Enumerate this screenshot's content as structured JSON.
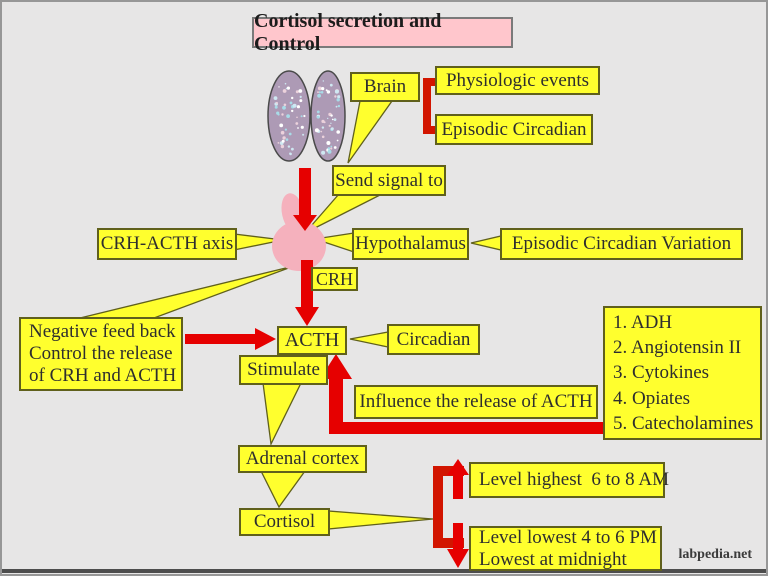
{
  "title": "Cortisol secretion and Control",
  "watermark": "labpedia.net",
  "colors": {
    "box_yellow": "#FFFF2E",
    "box_border_olive": "#60601C",
    "title_pink": "#FFC6CC",
    "arrow_red": "#E60000",
    "bracket_red": "#D21500",
    "background_gray": "#E7E6E6",
    "brain_fill": "#AD9AB5",
    "gland_pink": "#F5B1BD"
  },
  "boxes": {
    "brain_label": "Brain",
    "physiologic_events": "Physiologic events",
    "episodic_circadian": "Episodic Circadian",
    "send_signal": "Send signal to",
    "crh_acth_axis": "CRH-ACTH axis",
    "hypothalamus": "Hypothalamus",
    "episodic_circadian_variation": "Episodic Circadian Variation",
    "crh": "CRH",
    "acth": "ACTH",
    "circadian": "Circadian",
    "negative_feedback": {
      "lines": [
        "Negative feed back",
        "Control the release",
        "of CRH and ACTH"
      ]
    },
    "stimulate": "Stimulate",
    "influence": "Influence the release of ACTH",
    "acth_influencers": {
      "items": [
        "1. ADH",
        "2. Angiotensin II",
        "3. Cytokines",
        "4. Opiates",
        "5. Catecholamines"
      ]
    },
    "adrenal_cortex": "Adrenal cortex",
    "cortisol": "Cortisol",
    "level_highest": "Level highest  6 to 8 AM",
    "level_lowest": {
      "lines": [
        "Level lowest 4 to 6 PM",
        "Lowest at midnight"
      ]
    }
  }
}
